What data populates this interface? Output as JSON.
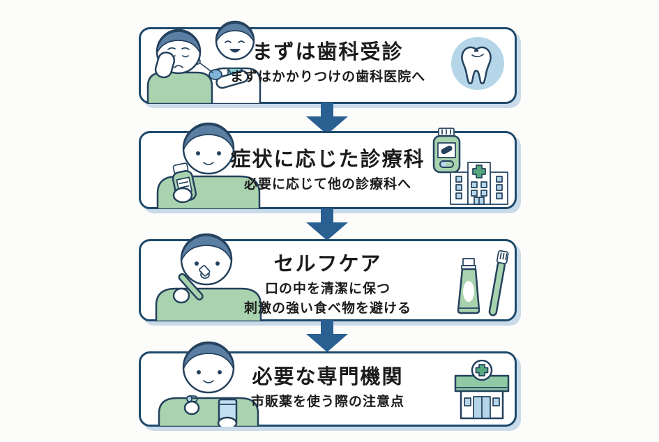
{
  "figure": {
    "type": "flowchart",
    "direction": "vertical",
    "step_count": 4,
    "language": "ja"
  },
  "colors": {
    "background": "#fcfcfa",
    "box_border": "#1d4a6b",
    "box_fill": "#ffffff",
    "box_shadow": "#c9dbe9",
    "arrow": "#2a5f92",
    "accent_green": "#a8d3ae",
    "accent_green_dark": "#57a87f",
    "accent_blue_light": "#b5d6e8",
    "hair_blue": "#5b7fa3",
    "outline_navy": "#24415d",
    "awning_green": "#8fcaa4",
    "glass_blue": "#c3e0f2",
    "glove_blue": "#7fb3d9",
    "shirt_teal": "#8ccfd1",
    "text": "#1b1b1b"
  },
  "steps": [
    {
      "title": "まずは歯科受診",
      "subtitle_lines": [
        "まずはかかりつけの歯科医院へ"
      ],
      "icons": [
        "tooth-icon"
      ],
      "illustration": "patient-and-dentist"
    },
    {
      "title": "症状に応じた診療科",
      "subtitle_lines": [
        "必要に応じて他の診療科へ"
      ],
      "icons": [
        "medicine-bottle-icon",
        "hospital-icon"
      ],
      "illustration": "person-holding-medicine"
    },
    {
      "title": "セルフケア",
      "subtitle_lines": [
        "口の中を清潔に保つ",
        "刺激の強い食べ物を避ける"
      ],
      "icons": [
        "toothpaste-icon",
        "toothbrush-icon"
      ],
      "illustration": "person-brushing-teeth"
    },
    {
      "title": "必要な専門機関",
      "subtitle_lines": [
        "市販薬を使う際の注意点"
      ],
      "icons": [
        "pharmacy-icon"
      ],
      "illustration": "person-taking-medicine"
    }
  ]
}
